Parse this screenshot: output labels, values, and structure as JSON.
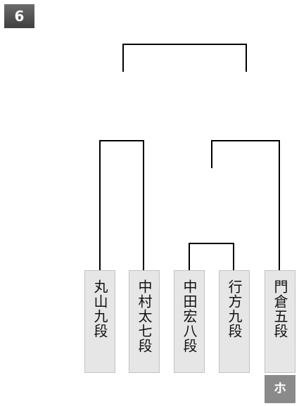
{
  "block": {
    "number": "6"
  },
  "players": [
    {
      "name": "丸山九段"
    },
    {
      "name": "中村太七段"
    },
    {
      "name": "中田宏八段"
    },
    {
      "name": "行方九段"
    },
    {
      "name": "門倉五段"
    }
  ],
  "tag": {
    "label": "ホ"
  }
}
